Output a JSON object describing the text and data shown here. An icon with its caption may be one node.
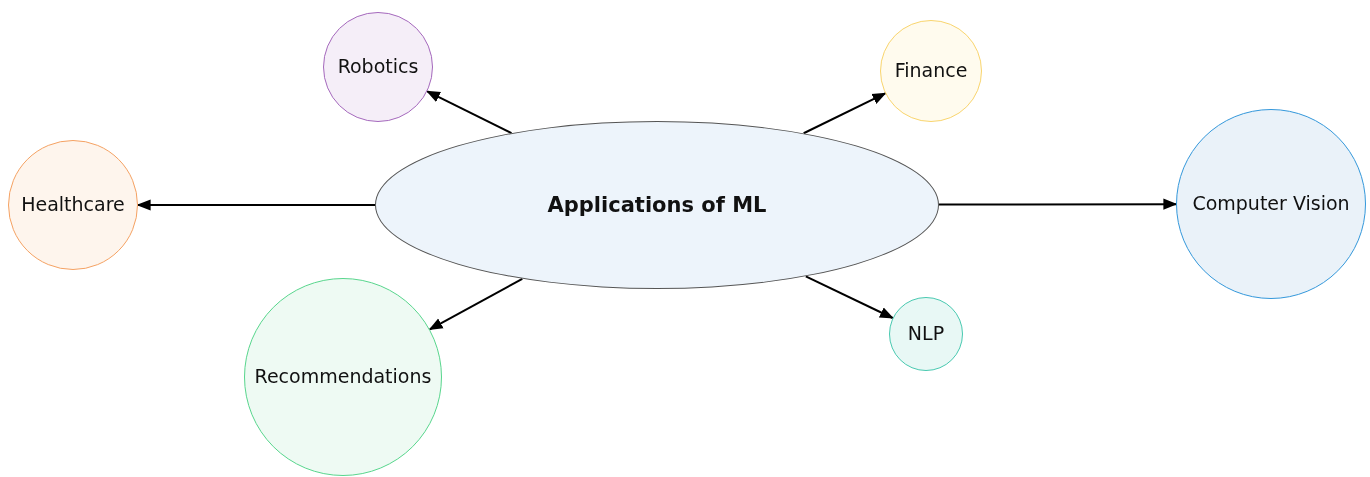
{
  "diagram": {
    "nodes": [
      {
        "text": [
          "Applications of ML"
        ]
      },
      {
        "text": [
          "Robotics"
        ]
      },
      {
        "text": [
          "Finance"
        ]
      },
      {
        "text": [
          "Healthcare"
        ]
      },
      {
        "text": [
          "Computer Vision"
        ]
      },
      {
        "text": [
          "Recommendations"
        ]
      },
      {
        "text": [
          "NLP"
        ]
      }
    ],
    "edges": [
      {
        "from": 0,
        "to": 1,
        "arrow": "to"
      },
      {
        "from": 0,
        "to": 2,
        "arrow": "to"
      },
      {
        "from": 0,
        "to": 3,
        "arrow": "to"
      },
      {
        "from": 0,
        "to": 4,
        "arrow": "to"
      },
      {
        "from": 0,
        "to": 5,
        "arrow": "to"
      },
      {
        "from": 0,
        "to": 6,
        "arrow": "to"
      }
    ]
  }
}
